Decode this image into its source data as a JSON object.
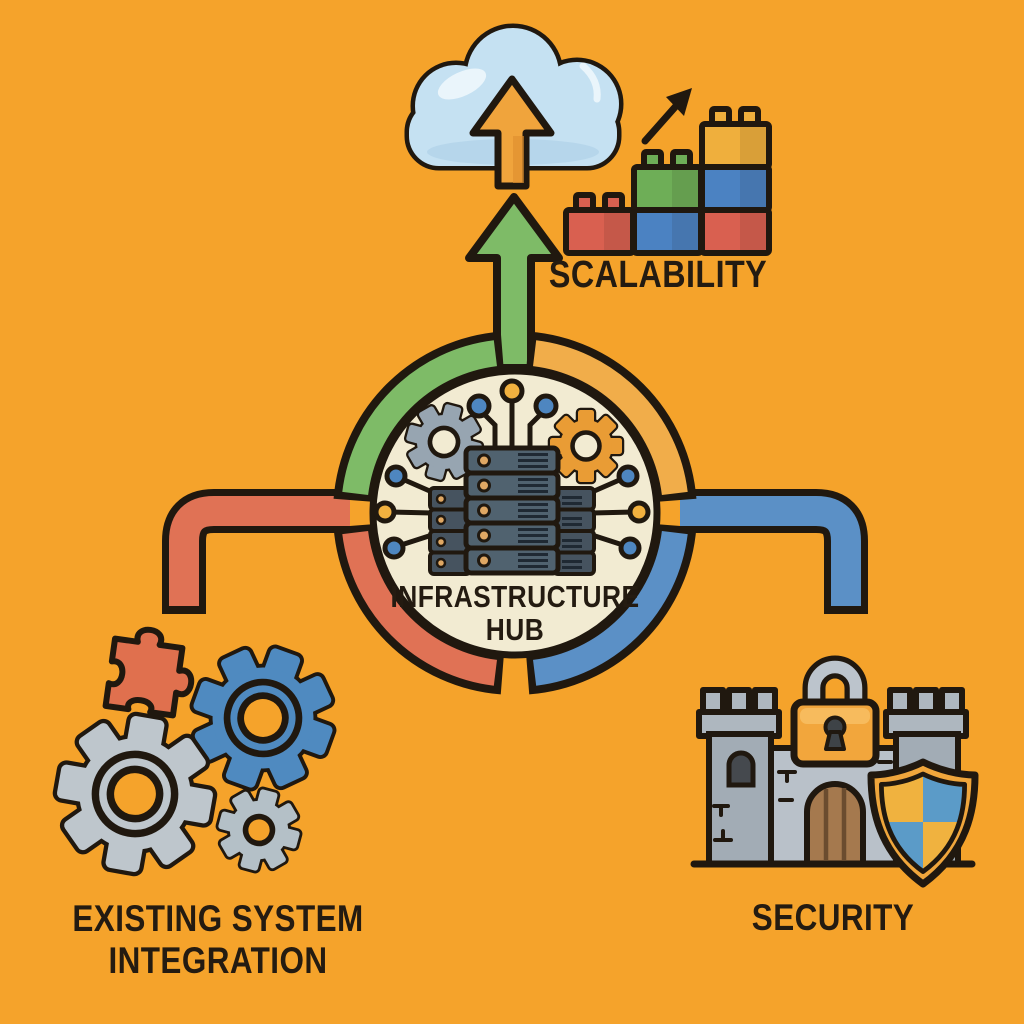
{
  "hub": {
    "title_line1": "INFRASTRUCTURE",
    "title_line2": "HUB"
  },
  "branches": {
    "scalability": {
      "label": "SCALABILITY",
      "position": "top"
    },
    "integration": {
      "label_line1": "EXISTING SYSTEM",
      "label_line2": "INTEGRATION",
      "position": "bottom-left"
    },
    "security": {
      "label": "SECURITY",
      "position": "bottom-right"
    }
  },
  "icons": {
    "hub": [
      "server-stack-icon",
      "gear-icon",
      "circuit-nodes-icon"
    ],
    "scalability": [
      "cloud-upload-icon",
      "upload-arrow-icon",
      "building-blocks-icon",
      "growth-arrow-icon"
    ],
    "integration": [
      "puzzle-piece-icon",
      "gears-icon"
    ],
    "security": [
      "castle-icon",
      "padlock-icon",
      "shield-icon"
    ]
  },
  "palette": {
    "background": "#F5A32B",
    "outline": "#20180F",
    "hub_inner_fill": "#F2EBD2",
    "ring_green": "#7EBB67",
    "ring_orange": "#F1AD4A",
    "ring_blue": "#5B90C6",
    "ring_red": "#E07255",
    "cloud_blue": "#C5E1F2",
    "arrow_orange": "#F0A43C",
    "arrow_green": "#7EBB67",
    "lego_red": "#D96050",
    "lego_green": "#6EAE57",
    "lego_blue": "#4B82C2",
    "lego_yellow": "#EFAF3D",
    "puzzle_red": "#E0704E",
    "gear_blue": "#4F8AC0",
    "gear_gray": "#BEC6CC",
    "castle_gray": "#A9B2BB",
    "lock_orange": "#F2A63C",
    "shield_yellow": "#F0B23F",
    "shield_blue": "#5B9BC8",
    "server_slate": "#50626F",
    "text": "#241B11"
  }
}
